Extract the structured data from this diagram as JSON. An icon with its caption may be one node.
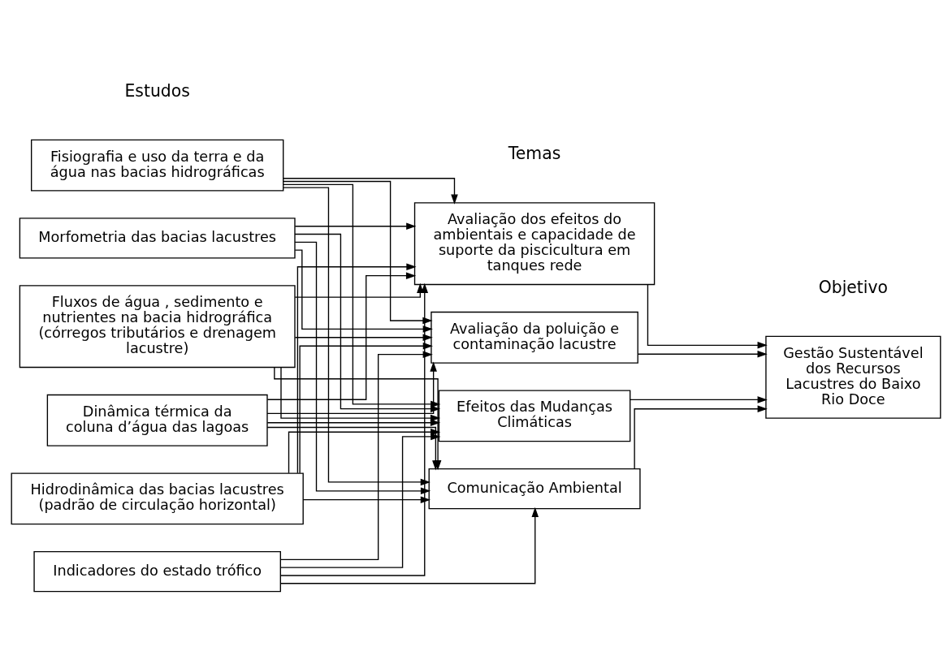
{
  "diagram": {
    "nodes": [
      {
        "text": [
          "Fisiografia e uso da terra e da água nas bacias hidrográficas"
        ]
      },
      {
        "text": [
          "Morfometria das bacias lacustres"
        ]
      },
      {
        "text": [
          "Fluxos de água , sedimento e nutrientes na bacia hidrográfica (córregos tributários e drenagem lacustre)"
        ]
      },
      {
        "text": [
          "Dinâmica térmica da coluna d’água das lagoas"
        ]
      },
      {
        "text": [
          "Hidrodinâmica das bacias lacustres (padrão de circulação horizontal)"
        ]
      },
      {
        "text": [
          "Indicadores do estado trófico"
        ]
      },
      {
        "text": [
          "Avaliação dos efeitos do ambientais e capacidade de suporte da piscicultura em tanques rede"
        ]
      },
      {
        "text": [
          "Avaliação da poluição e contaminação lacustre"
        ]
      },
      {
        "text": [
          "Efeitos das Mudanças Climáticas"
        ]
      },
      {
        "text": [
          "Comunicação Ambiental"
        ]
      },
      {
        "text": [
          "Gestão Sustentável dos Recursos Lacustres do Baixo Rio Doce"
        ]
      }
    ],
    "edges": [
      {
        "from": 0,
        "to": 6,
        "arrow": "to"
      },
      {
        "from": 0,
        "to": 7,
        "arrow": "to"
      },
      {
        "from": 0,
        "to": 8,
        "arrow": "to"
      },
      {
        "from": 0,
        "to": 9,
        "arrow": "to"
      },
      {
        "from": 1,
        "to": 6,
        "arrow": "to"
      },
      {
        "from": 1,
        "to": 7,
        "arrow": "to"
      },
      {
        "from": 1,
        "to": 8,
        "arrow": "to"
      },
      {
        "from": 1,
        "to": 9,
        "arrow": "to"
      },
      {
        "from": 2,
        "to": 6,
        "arrow": "to"
      },
      {
        "from": 2,
        "to": 7,
        "arrow": "to"
      },
      {
        "from": 2,
        "to": 8,
        "arrow": "to"
      },
      {
        "from": 2,
        "to": 9,
        "arrow": "to"
      },
      {
        "from": 3,
        "to": 6,
        "arrow": "to"
      },
      {
        "from": 3,
        "to": 7,
        "arrow": "to"
      },
      {
        "from": 3,
        "to": 8,
        "arrow": "to"
      },
      {
        "from": 3,
        "to": 9,
        "arrow": "to"
      },
      {
        "from": 4,
        "to": 6,
        "arrow": "to"
      },
      {
        "from": 4,
        "to": 7,
        "arrow": "to"
      },
      {
        "from": 4,
        "to": 8,
        "arrow": "to"
      },
      {
        "from": 4,
        "to": 9,
        "arrow": "to"
      },
      {
        "from": 5,
        "to": 6,
        "arrow": "to"
      },
      {
        "from": 5,
        "to": 7,
        "arrow": "to"
      },
      {
        "from": 5,
        "to": 8,
        "arrow": "to"
      },
      {
        "from": 5,
        "to": 9,
        "arrow": "to"
      },
      {
        "from": 6,
        "to": 10,
        "arrow": "to"
      },
      {
        "from": 7,
        "to": 10,
        "arrow": "to"
      },
      {
        "from": 8,
        "to": 10,
        "arrow": "to"
      },
      {
        "from": 9,
        "to": 10,
        "arrow": "to"
      }
    ],
    "labels": [
      "Estudos",
      "Temas",
      "Objetivo"
    ]
  }
}
